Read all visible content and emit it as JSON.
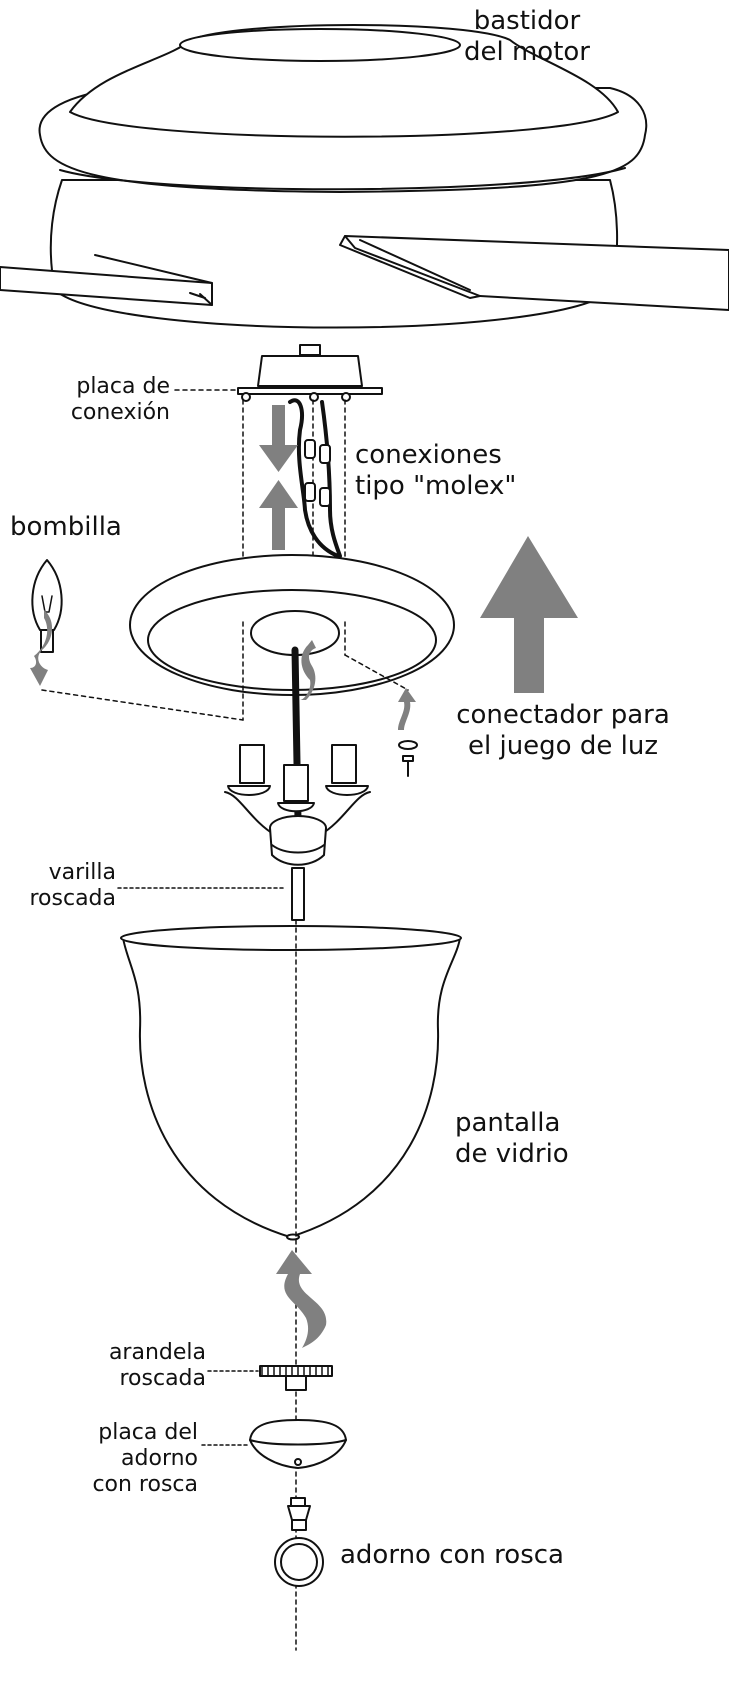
{
  "diagram": {
    "labels": {
      "motor_housing": "bastidor\ndel motor",
      "switch_plate": "placa de\nconexión",
      "molex": "conexiones\ntipo \"molex\"",
      "bulb": "bombilla",
      "light_kit_connector": "conectador para\nel juego de luz",
      "threaded_rod": "varilla\nroscada",
      "glass_shade": "pantalla\nde vidrio",
      "threaded_washer": "arandela\nroscada",
      "finial_plate": "placa del\nadorno\ncon rosca",
      "finial": "adorno con rosca"
    },
    "colors": {
      "line": "#111111",
      "arrow": "#808080",
      "fill": "#ffffff"
    }
  }
}
